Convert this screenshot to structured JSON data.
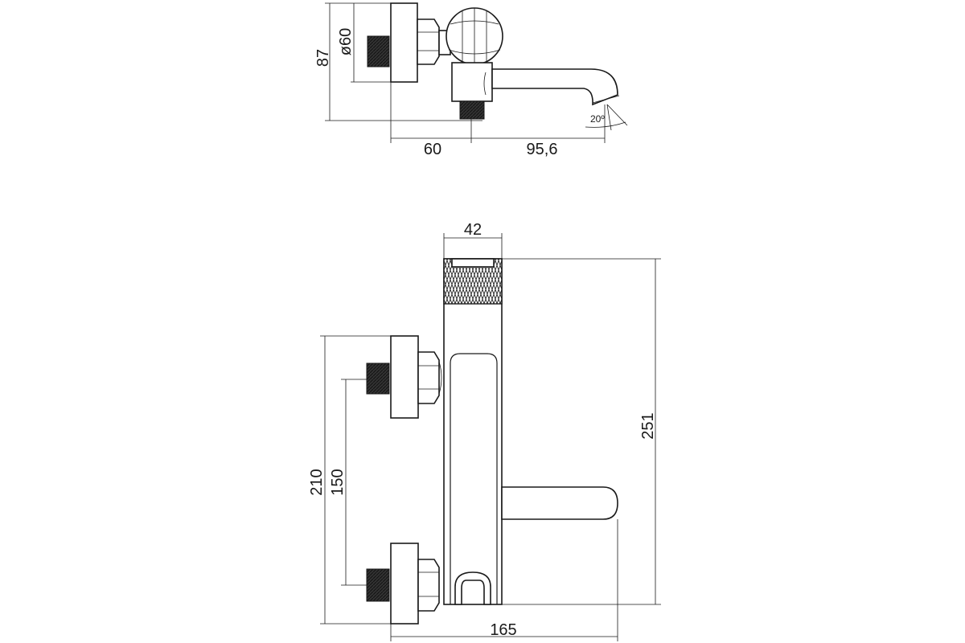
{
  "diagram": {
    "top_view": {
      "dimensions": {
        "height": "87",
        "diameter": "ø60",
        "depth": "60",
        "spout_reach": "95,6",
        "angle": "20º"
      }
    },
    "front_view": {
      "dimensions": {
        "width_top": "42",
        "total_height": "251",
        "outer_height": "210",
        "inlet_spacing": "150",
        "total_width": "165"
      }
    }
  }
}
